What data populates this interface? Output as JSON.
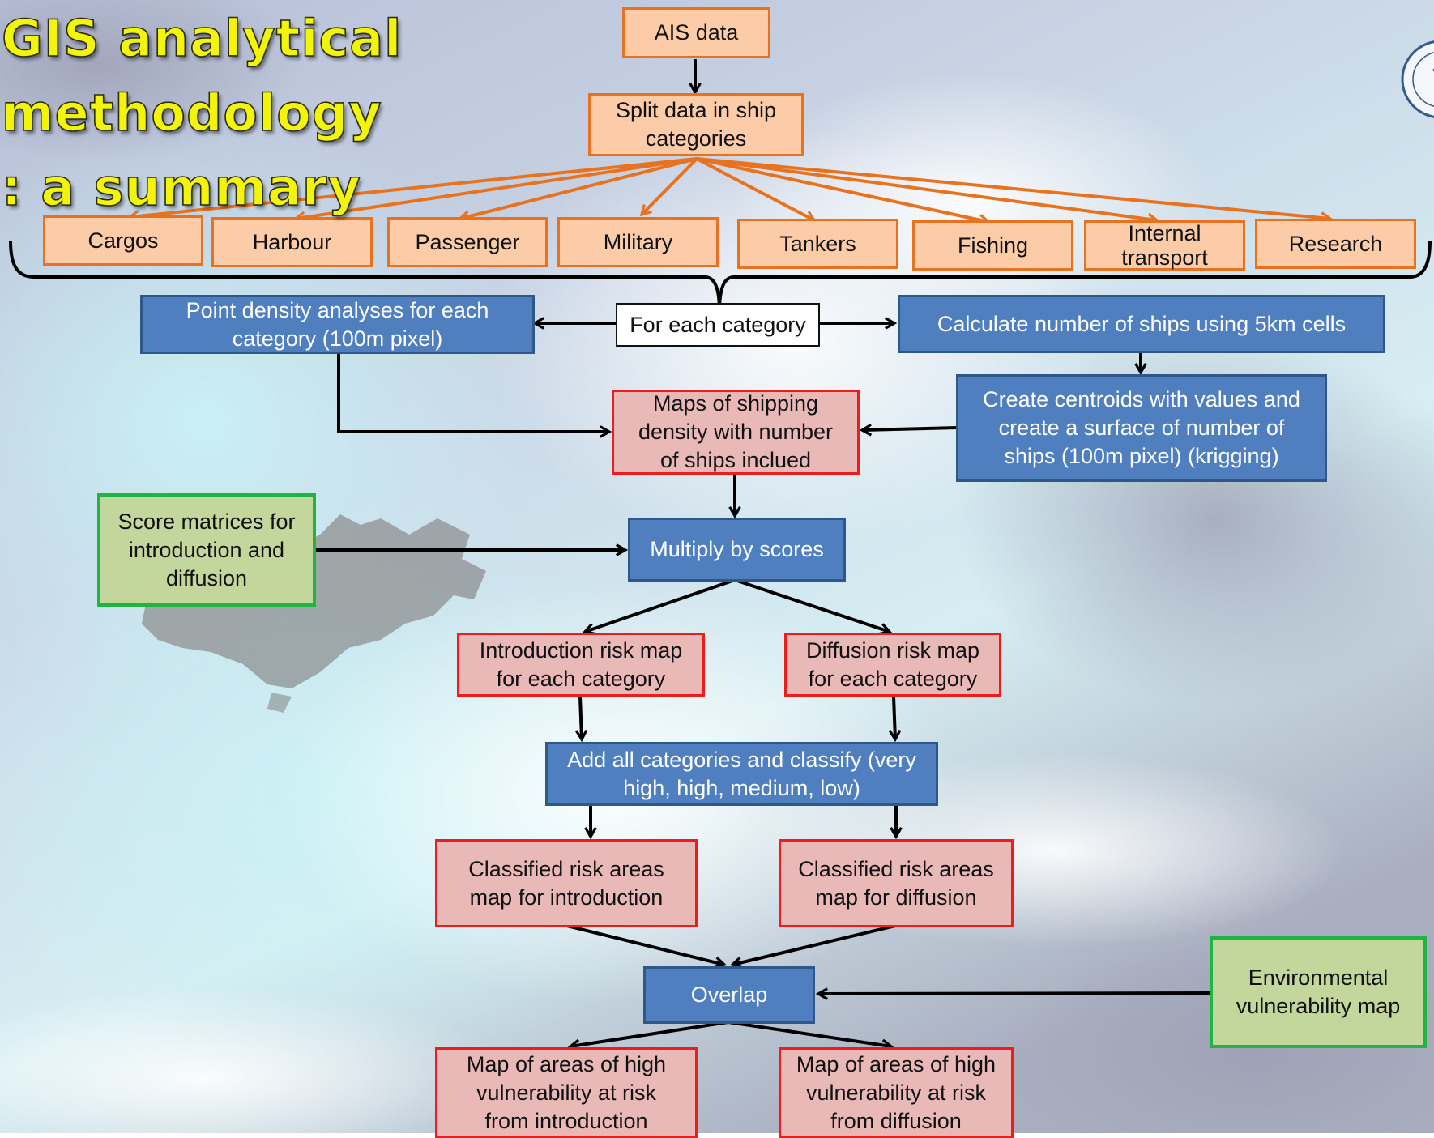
{
  "title_lines": [
    "GIS analytical",
    "methodology",
    ": a summary"
  ],
  "nodes": {
    "ais": "AIS data",
    "split": [
      "Split data in ship",
      "categories"
    ],
    "categories": [
      "Cargos",
      "Harbour",
      "Passenger",
      "Military",
      "Tankers",
      "Fishing",
      [
        "Internal",
        "transport"
      ],
      "Research"
    ],
    "for_each": "For each category",
    "point_density": [
      "Point density analyses for each",
      "category (100m pixel)"
    ],
    "calc_ships": "Calculate number of ships using 5km cells",
    "centroids": [
      "Create centroids with values and",
      "create a surface of number of",
      "ships (100m pixel) (krigging)"
    ],
    "maps_density": [
      "Maps of  shipping",
      "density  with number",
      "of ships inclued"
    ],
    "score_matrices": [
      "Score matrices for",
      "introduction and",
      "diffusion"
    ],
    "multiply": "Multiply by scores",
    "intro_risk": [
      "Introduction risk map",
      "for each category"
    ],
    "diff_risk": [
      "Diffusion risk map",
      "for each category"
    ],
    "add_all": [
      "Add all categories and classify (very",
      "high, high, medium, low)"
    ],
    "classified_intro": [
      "Classified  risk areas",
      "map for introduction"
    ],
    "classified_diff": [
      "Classified  risk areas",
      "map for diffusion"
    ],
    "overlap": "Overlap",
    "env_vuln": [
      "Environmental",
      "vulnerability map"
    ],
    "high_intro": [
      "Map of areas of high",
      "vulnerability at risk",
      "from introduction"
    ],
    "high_diff": [
      "Map of areas of high",
      "vulnerability at risk",
      "from  diffusion"
    ]
  },
  "colors": {
    "orange_fill": "#fccca8",
    "orange_border": "#e8721e",
    "blue_fill": "#4f7fbf",
    "blue_border": "#2f5788",
    "red_fill": "#e9b9b8",
    "red_border": "#ee1d1d",
    "green_fill": "#c3d69b",
    "green_border": "#1fb444",
    "title_yellow": "#f2f50a"
  },
  "icons": [
    "logo-seal-icon"
  ]
}
